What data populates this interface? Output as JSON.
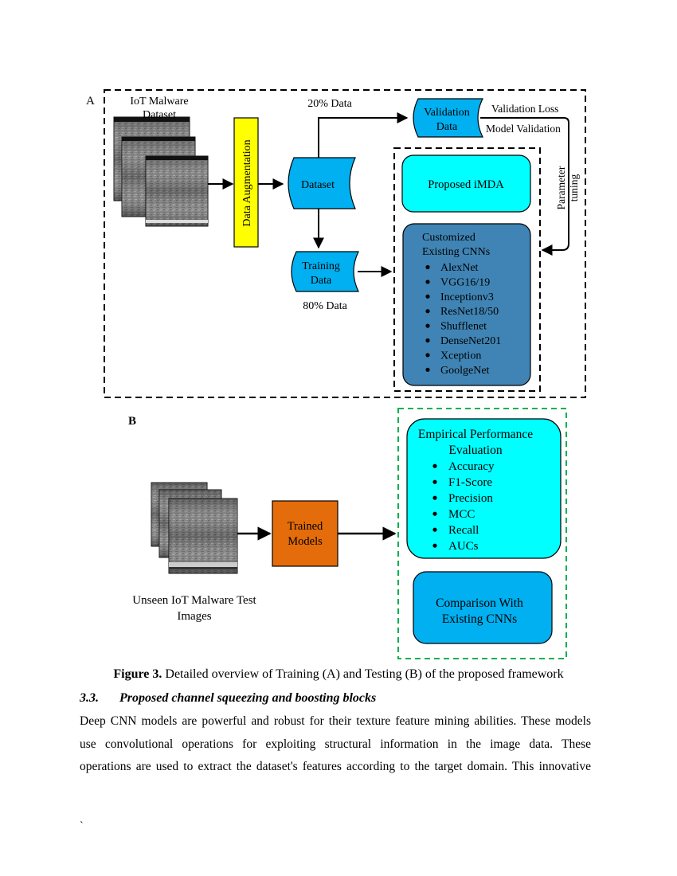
{
  "figure": {
    "panel_a_label": "A",
    "panel_b_label": "B",
    "iot_dataset_label": [
      "IoT Malware",
      "Dataset"
    ],
    "data_augmentation": "Data Augmentation",
    "dataset": "Dataset",
    "pct_20": "20% Data",
    "pct_80": "80% Data",
    "validation_data": [
      "Validation",
      "Data"
    ],
    "validation_loss": "Validation Loss",
    "model_validation": "Model Validation",
    "parameter_tuning": [
      "Parameter",
      "tuning"
    ],
    "training_data": [
      "Training",
      "Data"
    ],
    "proposed_model": "Proposed iMDA",
    "existing_cnns_title": [
      "Customized",
      "Existing CNNs"
    ],
    "existing_cnns": [
      "AlexNet",
      "VGG16/19",
      "Inceptionv3",
      "ResNet18/50",
      "Shufflenet",
      "DenseNet201",
      "Xception",
      "GoolgeNet"
    ],
    "trained_models": [
      "Trained",
      "Models"
    ],
    "unseen_images": [
      "Unseen IoT Malware  Test",
      "Images"
    ],
    "evaluation_title": [
      "Empirical Performance",
      "Evaluation"
    ],
    "metrics": [
      "Accuracy",
      "F1-Score",
      "Precision",
      "MCC",
      "Recall",
      "AUCs"
    ],
    "comparison": [
      "Comparison With",
      "Existing CNNs"
    ]
  },
  "caption": {
    "label": "Figure 3.",
    "text": " Detailed overview of Training (A) and Testing (B) of the proposed framework"
  },
  "section": {
    "number": "3.3.",
    "title": "Proposed channel squeezing and boosting blocks"
  },
  "paragraph": [
    "Deep CNN models are powerful and robust for their texture feature mining abilities. These models",
    "use convolutional operations for exploiting structural information in the image data. These",
    "operations are used to extract the dataset's features according to the target domain. This innovative"
  ],
  "footer_mark": "`",
  "colors": {
    "cyan": "#00ffff",
    "blue_box": "#00b0f0",
    "steel_blue": "#3f84b4",
    "yellow": "#ffff00",
    "orange": "#e46c0a",
    "green_dash": "#00b050"
  }
}
